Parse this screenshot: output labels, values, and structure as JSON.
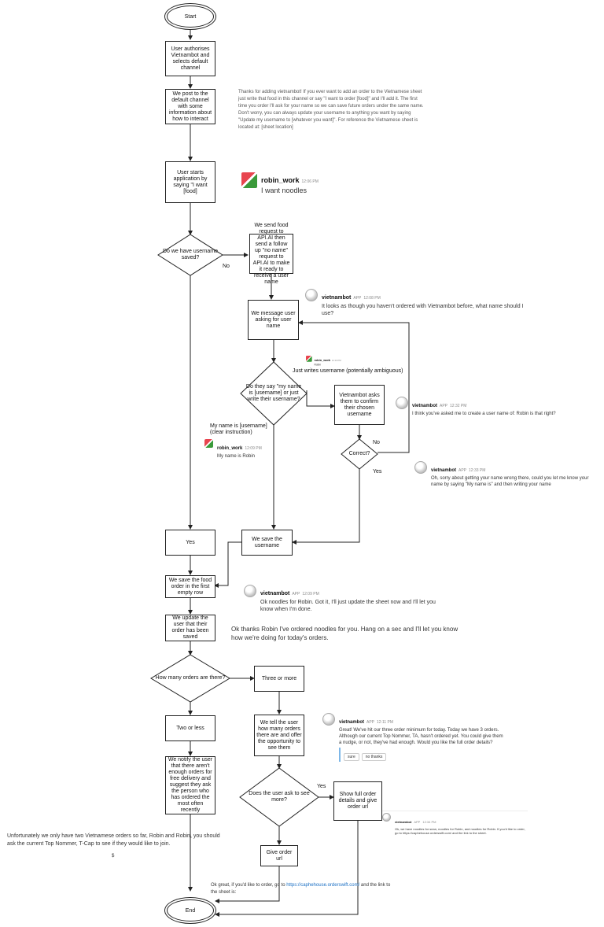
{
  "nodes": {
    "start": "Start",
    "authorise": "User authorises Vietnambot and selects default channel",
    "post_default": "We post to the default channel with some information about how to interact",
    "user_starts": "User starts application by saying \"I want [food]",
    "username_saved": "Do we have username saved?",
    "send_food": "We send food request to API.AI then send a follow up \"no name\" request to API.AI to make it ready to receive a user name",
    "message_user": "We message user asking for user name",
    "say_my_name": "Do they say \"my name is [username] or just write their username?",
    "confirm_username": "Vietnambot asks them to confirm their chosen username",
    "correct": "Correct?",
    "save_username": "We save the username",
    "yes_box": "Yes",
    "save_food": "We save the food order in the first empty row",
    "update_user": "We update the user that their order has been saved",
    "how_many": "How many orders are there?",
    "three_more": "Three or more",
    "two_less": "Two or less",
    "tell_user": "We tell the user how many orders there are and offer the opportunity to see them",
    "notify_user": "We notify the user that there aren't enough orders for free delivery and suggest they ask the person who has ordered the most often recently",
    "ask_see_more": "Does the user ask to see more?",
    "show_full": "Show full order details and give order url",
    "give_url": "Give order url",
    "end": "End"
  },
  "edge_labels": {
    "no1": "No",
    "just_writes": "Just writes username (potentially ambiguous)",
    "my_name_is": "My name is [username] (clear instruction)",
    "no2": "No",
    "yes1": "Yes",
    "yes2": "Yes"
  },
  "notes": {
    "welcome": "Thanks for adding vietnambot! If you ever want to add an order to the Vietnamese sheet just write that food in this channel or say \"I want to order [food]\" and I'll add it. The first time you order I'll ask for your name so we can save future orders under the same name. Don't worry, you can always update your username to anything you want by saying \"Update my username to [whatever you want]\". For reference the Vietnamese sheet is located at: [sheet location]",
    "ok_thanks": "Ok thanks Robin I've ordered noodles for you. Hang on a sec and I'll let you know how we're doing for today's orders.",
    "unfortunately": "Unfortunately we only have two Vietnamese orders so far, Robin and Robin, you should ask the current Top Nommer, T-Cap to see if they would like to join.",
    "dollar": "$",
    "ok_great_pre": "Ok great, if you'd like to order, go to ",
    "ok_great_link": "https://caphehouse.orderswift.com/",
    "ok_great_post": " and the link to the sheet is:"
  },
  "messages": {
    "m1": {
      "name": "robin_work",
      "time": "12:06 PM",
      "text": "I want noodles"
    },
    "m2": {
      "name": "vietnambot",
      "app": "APP",
      "time": "12:08 PM",
      "text": "It looks as though you haven't ordered with Vietnambot before, what name should I use?"
    },
    "m3": {
      "name": "robin_work",
      "time": "12:10 PM",
      "text": "Robin"
    },
    "m4": {
      "name": "vietnambot",
      "app": "APP",
      "time": "12:32 PM",
      "text": "I think you've asked me to create a user name of: Robin is that right?"
    },
    "m5": {
      "name": "robin_work",
      "time": "12:09 PM",
      "text": "My name is Robin"
    },
    "m6": {
      "name": "vietnambot",
      "app": "APP",
      "time": "12:33 PM",
      "text": "Oh, sorry about getting your name wrong there, could you let me know your name by saying \"My name is\" and then writing your name"
    },
    "m7": {
      "name": "vietnambot",
      "app": "APP",
      "time": "12:09 PM",
      "text": "Ok noodles for Robin. Got it, I'll just update the sheet now and I'll let you know when I'm done."
    },
    "m8": {
      "name": "vietnambot",
      "app": "APP",
      "time": "12:11 PM",
      "text": "Great! We've hit our three order minimum for today. Today we have 3 orders. Although our current Top Nommer, TA, hasn't ordered yet. You could give them a nudge, or not, they've had enough. Would you like the full order details?",
      "buttons": [
        "sure",
        "no thanks"
      ]
    },
    "m9": {
      "name": "vietnambot",
      "app": "APP",
      "time": "12:34 PM",
      "text": "Ok, we have noodles for sean, noodles for Robin, and noodles for Robin. If you'd like to order, go to https://caphehouse.orderswift.com/ and the link to the sheet."
    }
  }
}
